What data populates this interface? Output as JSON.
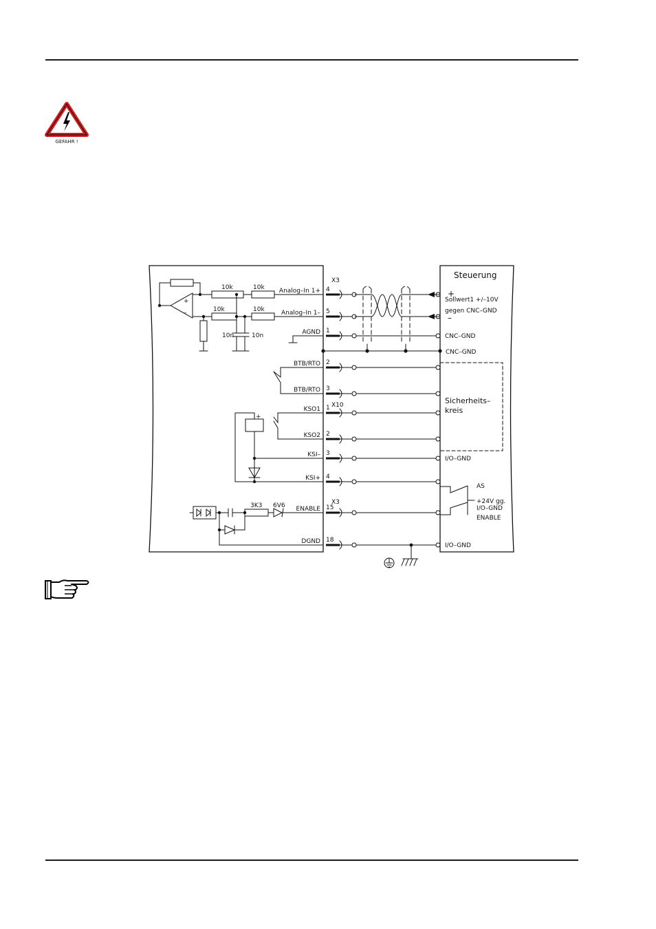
{
  "warning": {
    "label": "GEFAHR !"
  },
  "connector_x3": "X3",
  "connector_x10": "X10",
  "controller": {
    "title": "Steuerung"
  },
  "pins": [
    {
      "id": "analog-in-1-plus",
      "label": "Analog–In  1+",
      "num": "4",
      "right": "Sollwert1  +/–10V"
    },
    {
      "id": "analog-in-1-minus",
      "label": "Analog–In  1–",
      "num": "5",
      "right": "gegen  CNC–GND"
    },
    {
      "id": "agnd",
      "label": "AGND",
      "num": "1",
      "right": "CNC–GND"
    },
    {
      "id": "btb-rto-2",
      "label": "BTB/RTO",
      "num": "2",
      "right": ""
    },
    {
      "id": "btb-rto-3",
      "label": "BTB/RTO",
      "num": "3",
      "right": ""
    },
    {
      "id": "kso1",
      "label": "KSO1",
      "num": "1",
      "right": ""
    },
    {
      "id": "kso2",
      "label": "KSO2",
      "num": "2",
      "right": ""
    },
    {
      "id": "ksi-minus",
      "label": "KSI–",
      "num": "3",
      "right": "I/O–GND"
    },
    {
      "id": "ksi-plus",
      "label": "KSI+",
      "num": "4",
      "right": ""
    },
    {
      "id": "enable",
      "label": "ENABLE",
      "num": "15",
      "right": ""
    },
    {
      "id": "dgnd",
      "label": "DGND",
      "num": "18",
      "right": "I/O–GND"
    }
  ],
  "cnc_gnd_shield": "CNC–GND",
  "safety_circuit": {
    "line1": "Sicherheits–",
    "line2": "kreis"
  },
  "as_block": {
    "as": "AS",
    "l1": "+24V  gg.",
    "l2": "I/O–GND",
    "l3": "ENABLE"
  },
  "components": {
    "r1": "10k",
    "r2": "10k",
    "r3": "10k",
    "r4": "10k",
    "c1": "10n",
    "c2": "10n",
    "r_enable": "3K3",
    "z_enable": "6V6",
    "opamp_plus": "+",
    "opamp_minus": "–",
    "relay_plus": "+",
    "ctrl_plus": "+",
    "ctrl_minus": "–"
  }
}
